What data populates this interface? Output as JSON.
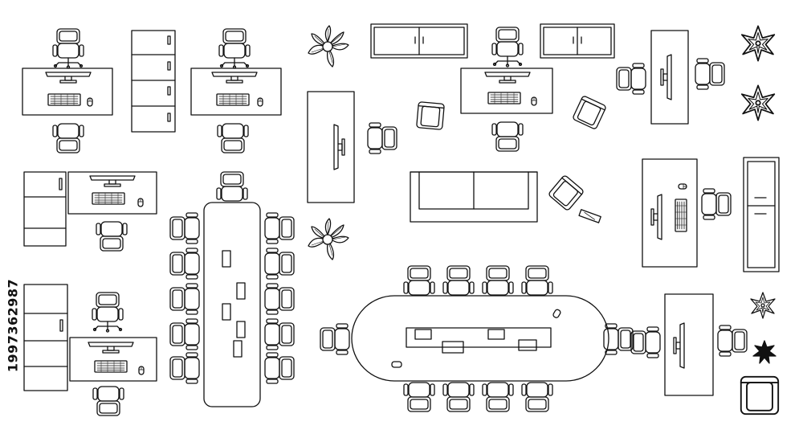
{
  "image": {
    "stock_id": "1997362987",
    "stroke_color": "#111111",
    "background_color": "#ffffff"
  },
  "symbols": [
    "office-chair",
    "armchair",
    "desk",
    "computer-monitor",
    "keyboard",
    "mouse",
    "filing-cabinet",
    "wall-cabinet",
    "potted-plant",
    "sofa",
    "conference-table",
    "floor-lamp"
  ]
}
